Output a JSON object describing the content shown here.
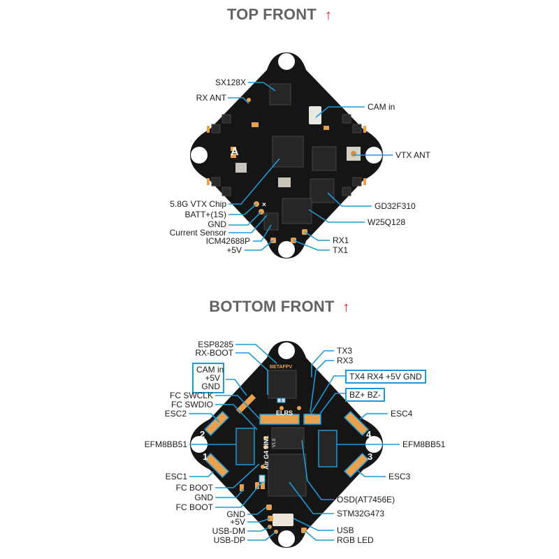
{
  "colors": {
    "title_gray": "#616366",
    "arrow_red": "#e8141b",
    "leader_blue": "#1e9ad6",
    "pcb_black": "#151515",
    "pad_gold": "#e8a24f",
    "background": "#ffffff"
  },
  "top": {
    "title": "TOP FRONT",
    "arrow_icon": "↑",
    "labels_left": [
      {
        "text": "SX128X"
      },
      {
        "text": "RX ANT"
      },
      {
        "text": "5.8G VTX Chip"
      },
      {
        "text": "BATT+(1S)"
      },
      {
        "text": "GND"
      },
      {
        "text": "Current Sensor"
      },
      {
        "text": "ICM42688P"
      },
      {
        "text": "+5V"
      }
    ],
    "labels_right": [
      {
        "text": "CAM in"
      },
      {
        "text": "VTX ANT"
      },
      {
        "text": "GD32F310"
      },
      {
        "text": "W25Q128"
      },
      {
        "text": "RX1"
      },
      {
        "text": "TX1"
      }
    ]
  },
  "bottom": {
    "title": "BOTTOM FRONT",
    "arrow_icon": "↑",
    "labels_left": [
      {
        "text": "ESP8285"
      },
      {
        "text": "RX-BOOT"
      },
      {
        "text": "FC SWCLK"
      },
      {
        "text": "FC SWDIO"
      },
      {
        "text": "ESC2"
      },
      {
        "text": "EFM8BB51"
      },
      {
        "text": "ESC1"
      },
      {
        "text": "FC BOOT"
      },
      {
        "text": "GND"
      },
      {
        "text": "FC BOOT"
      },
      {
        "text": "GND"
      },
      {
        "text": "+5V"
      },
      {
        "text": "USB-DM"
      },
      {
        "text": "USB-DP"
      }
    ],
    "cam_box": {
      "line1": "CAM in",
      "line2": "+5V",
      "line3": "GND"
    },
    "labels_right": [
      {
        "text": "TX3"
      },
      {
        "text": "RX3"
      },
      {
        "text": "ESC4"
      },
      {
        "text": "EFM8BB51"
      },
      {
        "text": "ESC3"
      },
      {
        "text": "OSD(AT7456E)"
      },
      {
        "text": "STM32G473"
      },
      {
        "text": "USB"
      },
      {
        "text": "RGB LED"
      }
    ],
    "uart4_box": "TX4  RX4  +5V  GND",
    "buzzer_box": "BZ+ BZ-",
    "silkscreen": {
      "brand": "BETAFPV",
      "elrs": "ELRS",
      "model": "Air G4 5IN1",
      "version": "V1.0",
      "motor_1": "1",
      "motor_2": "2",
      "motor_3": "3",
      "motor_4": "4"
    }
  }
}
